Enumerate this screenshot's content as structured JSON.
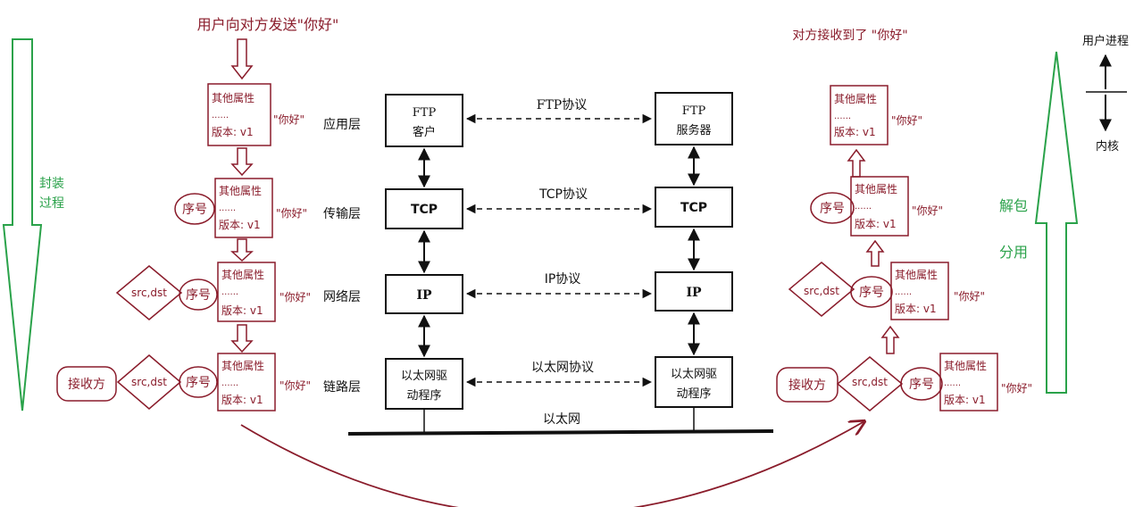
{
  "title_left": "用户向对方发送\"你好\"",
  "title_right": "对方接收到了 \"你好\"",
  "encap_label_lines": [
    "封装",
    "过程"
  ],
  "decap_label_1": "解包",
  "decap_label_2": "分用",
  "legend": {
    "top": "用户进程",
    "bottom": "内核"
  },
  "packet": {
    "attrs": "其他属性",
    "dots": "......",
    "version": "版本: v1",
    "payload": "\"你好\""
  },
  "headers": {
    "seq": "序号",
    "addr": "src,dst",
    "recv": "接收方"
  },
  "layers": [
    "应用层",
    "传输层",
    "网络层",
    "链路层"
  ],
  "client_boxes": [
    [
      "FTP",
      "客户"
    ],
    [
      "TCP"
    ],
    [
      "IP"
    ],
    [
      "以太网驱",
      "动程序"
    ]
  ],
  "server_boxes": [
    [
      "FTP",
      "服务器"
    ],
    [
      "TCP"
    ],
    [
      "IP"
    ],
    [
      "以太网驱",
      "动程序"
    ]
  ],
  "protocols": [
    "FTP协议",
    "TCP协议",
    "IP协议",
    "以太网协议"
  ],
  "ethernet": "以太网",
  "colors": {
    "packet": "#8a1c2b",
    "process_arrow": "#2aa24a",
    "box": "#111111"
  }
}
